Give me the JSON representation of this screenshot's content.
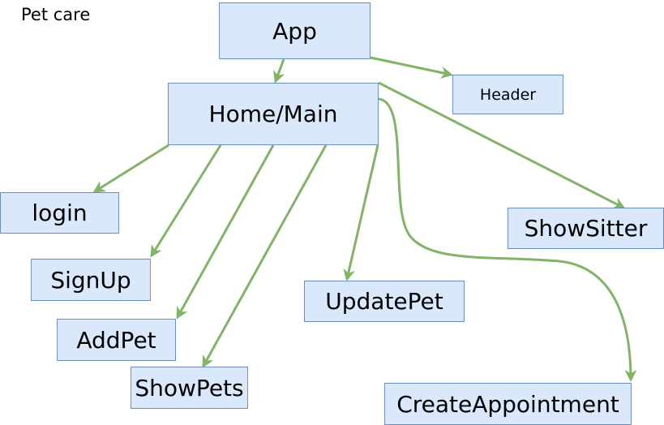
{
  "diagram": {
    "title": "Pet care",
    "colors": {
      "node_fill": "#dae8fc",
      "node_border": "#6c8ebf",
      "edge": "#82b366",
      "text": "#000000"
    },
    "nodes": {
      "app": "App",
      "home_main": "Home/Main",
      "header": "Header",
      "login": "login",
      "sign_up": "SignUp",
      "add_pet": "AddPet",
      "show_pets": "ShowPets",
      "update_pet": "UpdatePet",
      "show_sitter": "ShowSitter",
      "create_appointment": "CreateAppointment"
    },
    "edges": [
      {
        "from": "App",
        "to": "Home/Main"
      },
      {
        "from": "App",
        "to": "Header"
      },
      {
        "from": "Home/Main",
        "to": "login"
      },
      {
        "from": "Home/Main",
        "to": "SignUp"
      },
      {
        "from": "Home/Main",
        "to": "AddPet"
      },
      {
        "from": "Home/Main",
        "to": "ShowPets"
      },
      {
        "from": "Home/Main",
        "to": "UpdatePet"
      },
      {
        "from": "Home/Main",
        "to": "ShowSitter"
      },
      {
        "from": "Home/Main",
        "to": "CreateAppointment"
      }
    ]
  }
}
